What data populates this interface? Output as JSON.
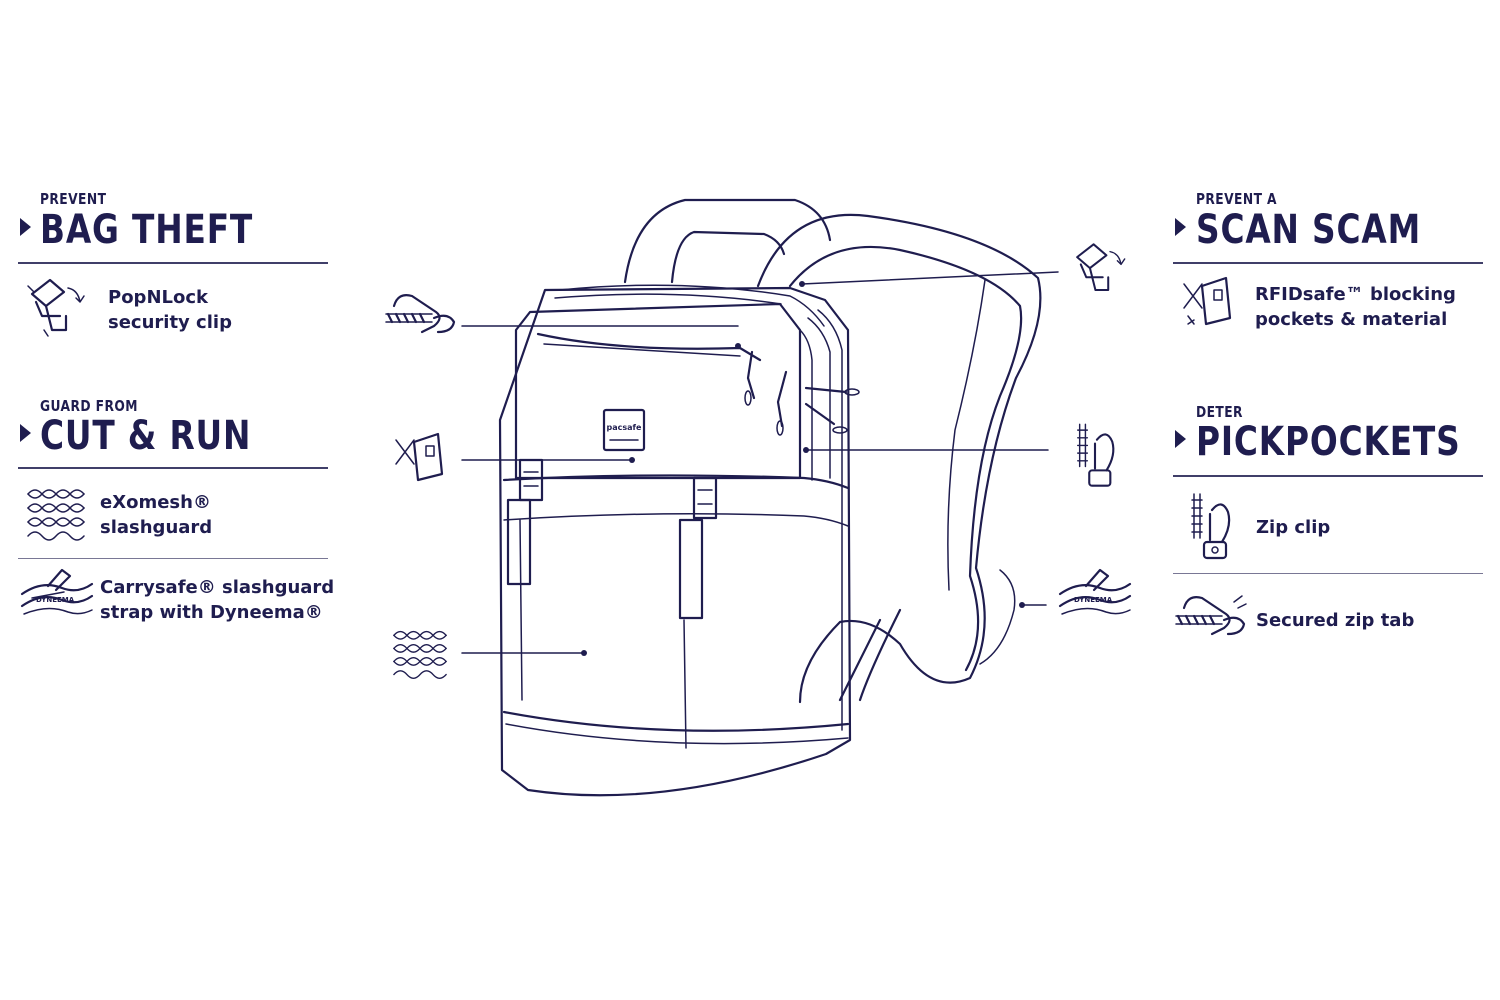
{
  "sections": {
    "bag_theft": {
      "kicker": "PREVENT",
      "title": "BAG THEFT"
    },
    "cut_run": {
      "kicker": "GUARD FROM",
      "title": "CUT & RUN"
    },
    "scan_scam": {
      "kicker": "PREVENT A",
      "title": "SCAN SCAM"
    },
    "pickpockets": {
      "kicker": "DETER",
      "title": "PICKPOCKETS"
    }
  },
  "features": {
    "popnlock": {
      "line1": "PopNLock",
      "line2": "security clip"
    },
    "exomesh": {
      "line1": "eXomesh®",
      "line2": "slashguard"
    },
    "carrysafe": {
      "line1": "Carrysafe® slashguard",
      "line2": "strap with Dyneema®"
    },
    "rfidsafe": {
      "line1": "RFIDsafe™ blocking",
      "line2": "pockets & material"
    },
    "zip_clip": {
      "line1": "Zip clip"
    },
    "secured_zip_tab": {
      "line1": "Secured zip tab"
    }
  },
  "product": {
    "logo": "pacsafe"
  },
  "icons": [
    "popnlock-clip-icon",
    "mesh-icon",
    "dyneema-strap-icon",
    "rfid-card-icon",
    "zip-clip-icon",
    "zip-tab-icon"
  ],
  "colors": {
    "ink": "#1f1d4f",
    "background": "#ffffff"
  }
}
